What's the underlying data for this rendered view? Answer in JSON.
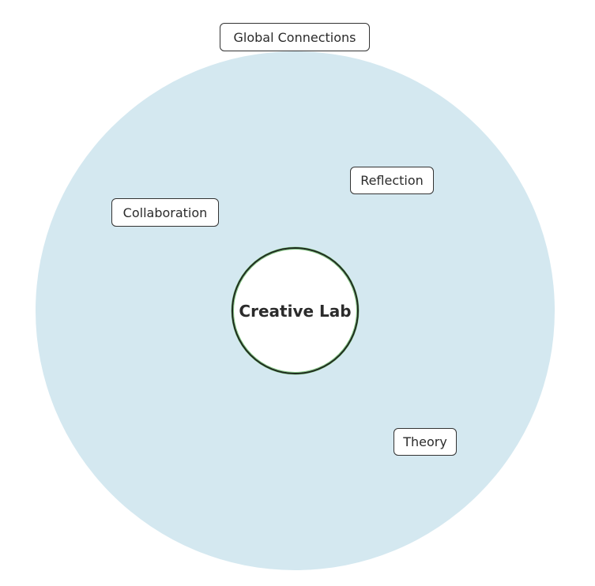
{
  "diagram": {
    "center": {
      "label": "Creative Lab"
    },
    "nodes": {
      "global_connections": "Global Connections",
      "reflection": "Reflection",
      "collaboration": "Collaboration",
      "theory": "Theory"
    }
  },
  "colors": {
    "outer_circle_fill": "#d4e8f0",
    "center_fill": "#ffffff",
    "center_edge_accent": "#7cc47c",
    "box_border": "#333333",
    "text": "#2b2b2b"
  }
}
